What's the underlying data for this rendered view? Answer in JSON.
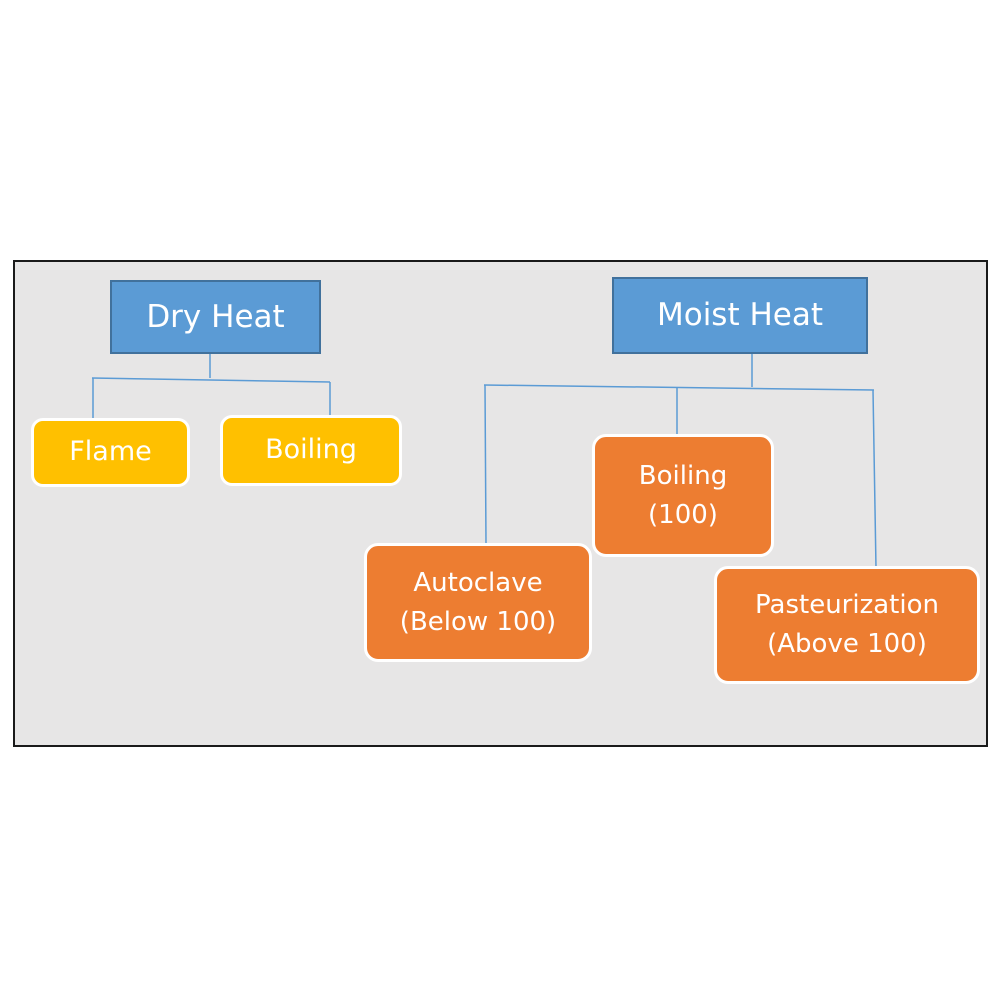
{
  "colors": {
    "root_fill": "#5b9bd5",
    "dry_leaf_fill": "#ffc000",
    "moist_leaf_fill": "#ed7d31",
    "connector": "#5b9bd5",
    "background": "#e7e6e6"
  },
  "dry_heat": {
    "label": "Dry Heat",
    "children": {
      "flame": {
        "label": "Flame"
      },
      "boiling": {
        "label": "Boiling"
      }
    }
  },
  "moist_heat": {
    "label": "Moist Heat",
    "children": {
      "autoclave": {
        "line1": "Autoclave",
        "line2": "(Below 100)"
      },
      "boiling": {
        "line1": "Boiling",
        "line2": "(100)"
      },
      "pasteurization": {
        "line1": "Pasteurization",
        "line2": "(Above 100)"
      }
    }
  }
}
